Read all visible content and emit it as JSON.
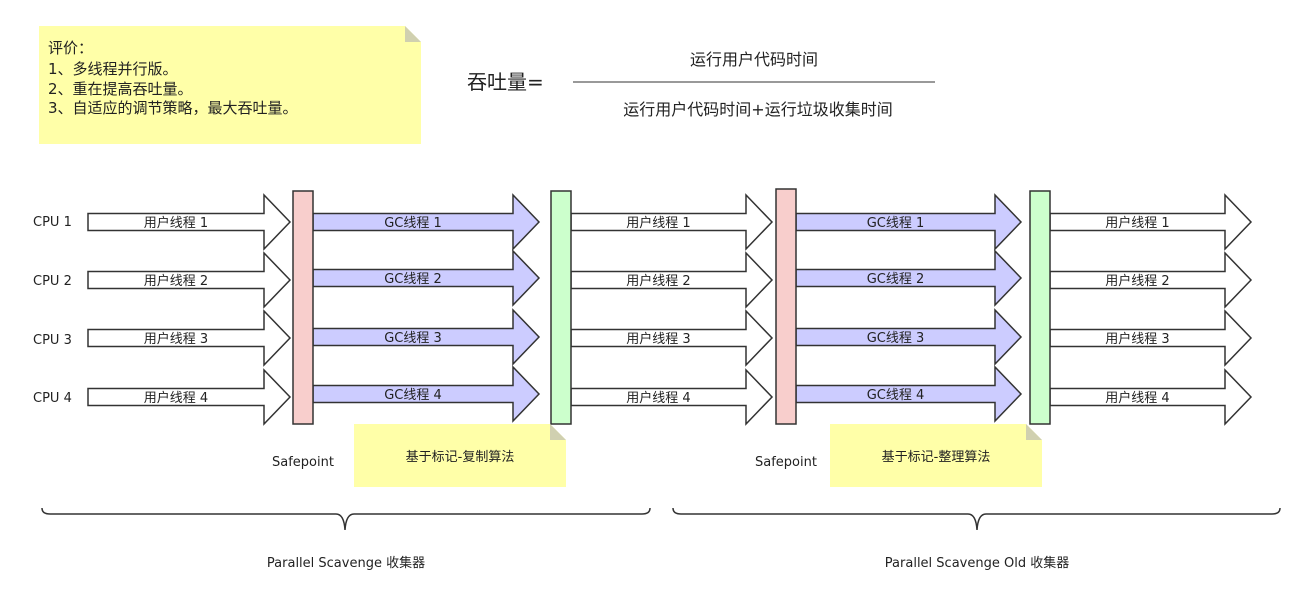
{
  "note": {
    "lines": [
      "评价：",
      "1、多线程并行版。",
      "2、重在提高吞吐量。",
      "3、自适应的调节策略，最大吞吐量。"
    ]
  },
  "formula": {
    "lhs": "吞吐量=",
    "numerator": "运行用户代码时间",
    "denominator": "运行用户代码时间+运行垃圾收集时间"
  },
  "cpus": [
    "CPU 1",
    "CPU 2",
    "CPU 3",
    "CPU 4"
  ],
  "user_threads": [
    "用户线程 1",
    "用户线程 2",
    "用户线程 3",
    "用户线程 4"
  ],
  "gc_threads": [
    "GC线程 1",
    "GC线程 2",
    "GC线程 3",
    "GC线程 4"
  ],
  "safepoint": "Safepoint",
  "algorithms": [
    "基于标记-复制算法",
    "基于标记-整理算法"
  ],
  "collectors": [
    "Parallel Scavenge 收集器",
    "Parallel Scavenge Old 收集器"
  ],
  "colors": {
    "note_fill": "#ffffa8",
    "gc_arrow_fill": "#ccccff",
    "safepoint_fill": "#f8cecc",
    "end_fill": "#ccffcc",
    "stroke": "#333333"
  }
}
